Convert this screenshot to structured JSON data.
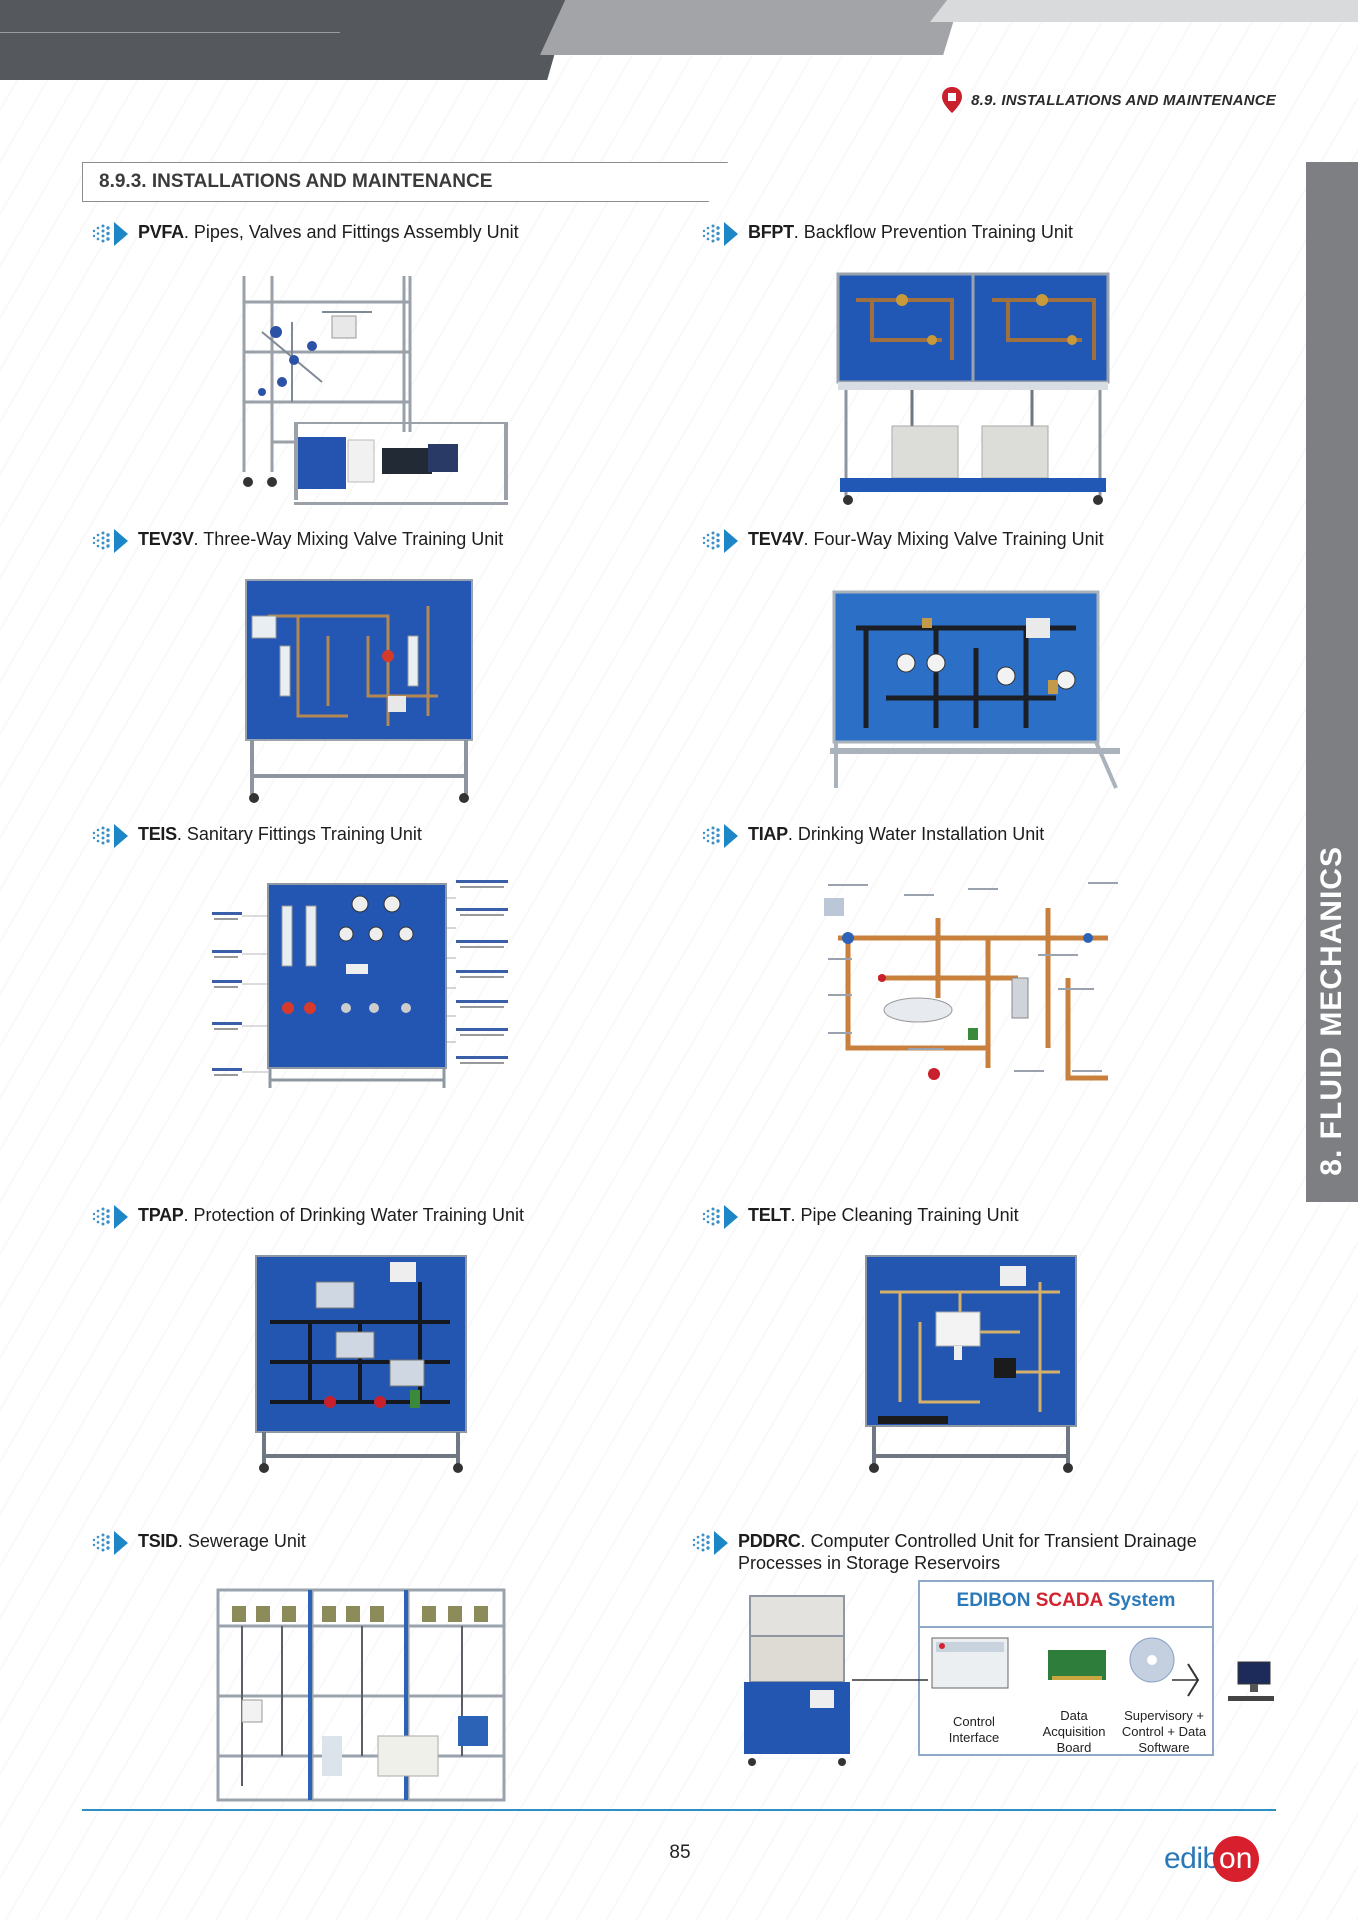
{
  "header": {
    "breadcrumb": "8.9. INSTALLATIONS AND MAINTENANCE",
    "section_title": "8.9.3. INSTALLATIONS AND MAINTENANCE",
    "side_tab": "8. FLUID MECHANICS"
  },
  "products": [
    {
      "code": "PVFA",
      "name": ". Pipes, Valves and Fittings Assembly Unit"
    },
    {
      "code": "BFPT",
      "name": ". Backflow Prevention Training Unit"
    },
    {
      "code": "TEV3V",
      "name": ". Three-Way Mixing Valve Training Unit"
    },
    {
      "code": "TEV4V",
      "name": ". Four-Way Mixing Valve Training Unit"
    },
    {
      "code": "TEIS",
      "name": ". Sanitary Fittings Training Unit"
    },
    {
      "code": "TIAP",
      "name": ". Drinking Water Installation Unit"
    },
    {
      "code": "TPAP",
      "name": ". Protection of Drinking Water Training Unit"
    },
    {
      "code": "TELT",
      "name": ". Pipe Cleaning Training Unit"
    },
    {
      "code": "TSID",
      "name": ". Sewerage Unit"
    },
    {
      "code": "PDDRC",
      "name": ". Computer Controlled Unit for Transient Drainage",
      "name_line2": "Processes in Storage Reservoirs"
    }
  ],
  "scada": {
    "title_part1": "EDIBON ",
    "title_part2": "SCADA",
    "title_part3": " System",
    "label_control_1": "Control",
    "label_control_2": "Interface",
    "label_daq_1": "Data",
    "label_daq_2": "Acquisition",
    "label_daq_3": "Board",
    "label_sw_1": "Supervisory +",
    "label_sw_2": "Control + Data",
    "label_sw_3": "Software"
  },
  "footer": {
    "page_number": "85",
    "logo_text": "edib",
    "logo_circle_text": "on"
  },
  "colors": {
    "panel_blue": "#1f4fa8",
    "accent_blue": "#2a78b8",
    "brand_red": "#d81f2d",
    "side_tab_grey": "#7d7f82"
  }
}
